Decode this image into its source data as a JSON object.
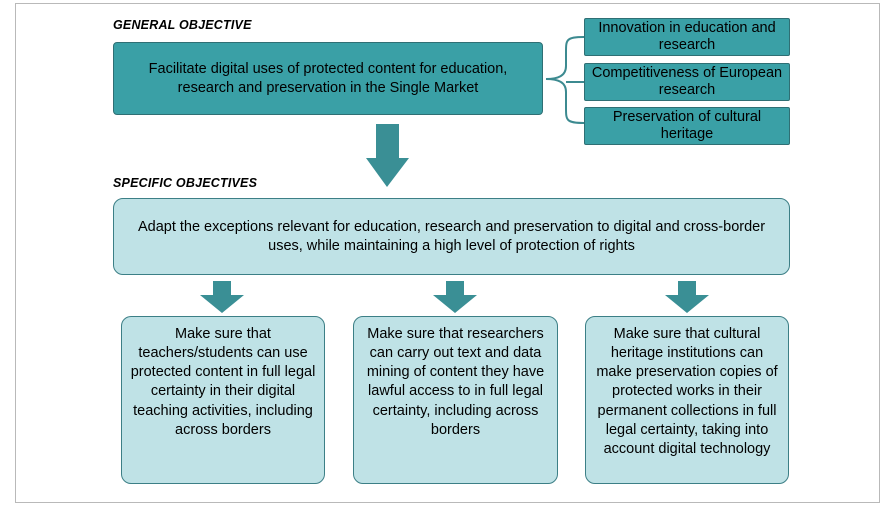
{
  "general_heading": "GENERAL OBJECTIVE",
  "general_objective": "Facilitate digital uses of protected content for education, research and preservation in the Single Market",
  "aims": [
    "Innovation in education and research",
    "Competitiveness of European research",
    "Preservation of cultural heritage"
  ],
  "specific_heading": "SPECIFIC OBJECTIVES",
  "specific_objective": "Adapt the exceptions relevant for education, research and preservation to digital and cross-border uses, while maintaining a high level of protection of rights",
  "sub_objectives": [
    "Make sure that teachers/students can use protected content in full legal certainty in their digital teaching activities, including across borders",
    "Make sure that researchers can carry out text and data mining of content they have lawful access to in full legal certainty, including across borders",
    "Make sure that cultural heritage institutions can make preservation copies of protected works in their permanent collections in full legal certainty, taking into account digital technology"
  ],
  "colors": {
    "dark_fill": "#3aa0a6",
    "light_fill": "#bfe2e6",
    "arrow": "#3a8f95",
    "bracket": "#3c8a90"
  }
}
